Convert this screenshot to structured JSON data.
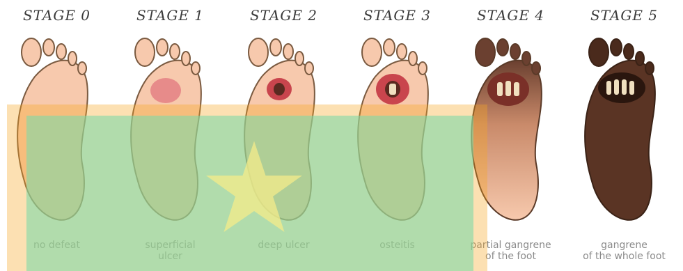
{
  "stages": [
    {
      "title": "STAGE 0",
      "caption_line1": "no defeat",
      "caption_line2": ""
    },
    {
      "title": "STAGE 1",
      "caption_line1": "superficial",
      "caption_line2": "ulcer"
    },
    {
      "title": "STAGE 2",
      "caption_line1": "deep ulcer",
      "caption_line2": ""
    },
    {
      "title": "STAGE 3",
      "caption_line1": "osteitis",
      "caption_line2": ""
    },
    {
      "title": "STAGE 4",
      "caption_line1": "partial gangrene",
      "caption_line2": "of the foot"
    },
    {
      "title": "STAGE 5",
      "caption_line1": "gangrene",
      "caption_line2": "of the whole foot"
    }
  ],
  "colors": {
    "skin_light": "#f7c9ad",
    "skin_mid": "#e9a98a",
    "outline": "#7a5a40",
    "wound_red": "#c9454d",
    "gangrene_dark": "#5a3424",
    "overlay_green": "#7fd8a8",
    "overlay_orange": "#f5a623",
    "overlay_star": "#f5ec8a"
  }
}
